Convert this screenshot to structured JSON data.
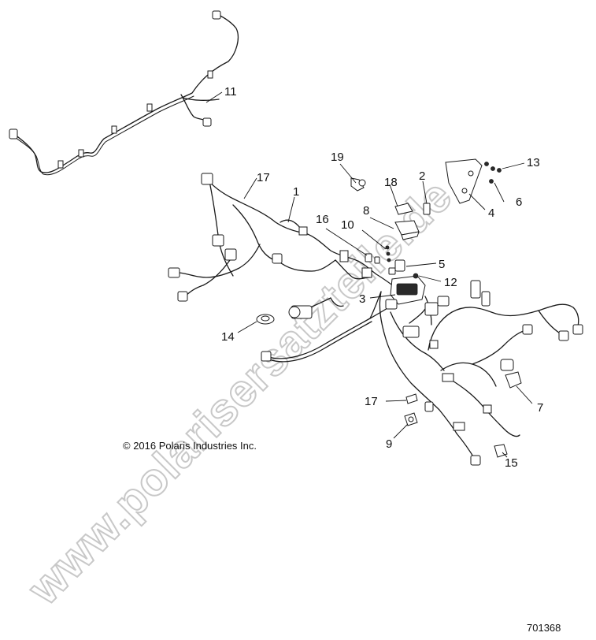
{
  "watermark": "www.polarisersatzteile.de",
  "copyright": "© 2016 Polaris Industries Inc.",
  "drawing_number": "701368",
  "callouts": {
    "c1": "1",
    "c2": "2",
    "c3": "3",
    "c4": "4",
    "c5": "5",
    "c6": "6",
    "c7": "7",
    "c8": "8",
    "c9": "9",
    "c10": "10",
    "c11": "11",
    "c12": "12",
    "c13": "13",
    "c14": "14",
    "c15": "15",
    "c16": "16",
    "c17a": "17",
    "c17b": "17",
    "c18": "18",
    "c19": "19"
  }
}
